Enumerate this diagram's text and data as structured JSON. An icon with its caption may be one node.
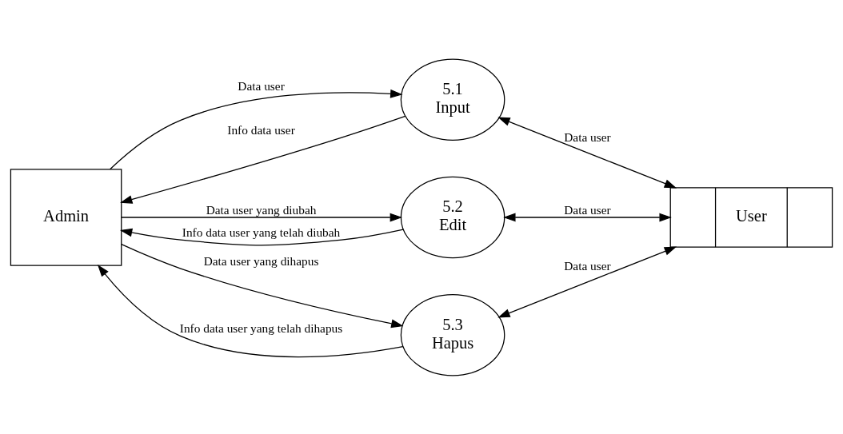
{
  "diagram": {
    "nodes": [
      {
        "text": [
          "Admin"
        ]
      },
      {
        "text": [
          "5.1",
          "Input"
        ]
      },
      {
        "text": [
          "5.2",
          "Edit"
        ]
      },
      {
        "text": [
          "5.3",
          "Hapus"
        ]
      },
      {
        "text": [
          "User"
        ]
      }
    ],
    "edges": [
      {
        "from": 0,
        "to": 1,
        "arrow": "to",
        "label": "Data user"
      },
      {
        "from": 1,
        "to": 0,
        "arrow": "to",
        "label": "Info data user"
      },
      {
        "from": 0,
        "to": 2,
        "arrow": "to",
        "label": "Data user yang diubah"
      },
      {
        "from": 2,
        "to": 0,
        "arrow": "to",
        "label": "Info data user yang telah diubah"
      },
      {
        "from": 0,
        "to": 3,
        "arrow": "to",
        "label": "Data user yang dihapus"
      },
      {
        "from": 3,
        "to": 0,
        "arrow": "to",
        "label": "Info data user yang telah dihapus"
      },
      {
        "from": 1,
        "to": 4,
        "arrow": "both",
        "label": "Data user"
      },
      {
        "from": 2,
        "to": 4,
        "arrow": "both",
        "label": "Data user"
      },
      {
        "from": 3,
        "to": 4,
        "arrow": "both",
        "label": "Data user"
      }
    ]
  }
}
